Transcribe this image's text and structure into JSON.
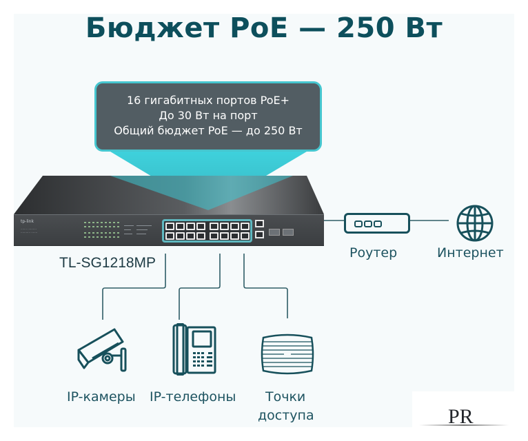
{
  "title": "Бюджет PoE — 250 Вт",
  "callout": {
    "lines": [
      "16 гигабитных портов PoE+",
      "До 30 Вт на порт",
      "Общий бюджет PoE — до 250 Вт"
    ]
  },
  "switch": {
    "model": "TL-SG1218MP",
    "brand": "tp-link",
    "poe_ports": 16,
    "uplink_rj45": 2,
    "sfp_slots": 2
  },
  "network": {
    "router_label": "Роутер",
    "internet_label": "Интернет"
  },
  "devices": [
    {
      "label": "IP-камеры",
      "icon": "camera-icon"
    },
    {
      "label": "IP-телефоны",
      "icon": "phone-icon"
    },
    {
      "label_line1": "Точки",
      "label_line2": "доступа",
      "icon": "access-point-icon"
    }
  ],
  "colors": {
    "title": "#0d4f5c",
    "accent_cyan": "#3fd0dc",
    "callout_bg": "#525d63",
    "icon_stroke": "#17505b",
    "wire": "#2f5d66",
    "background": "#f6fafb"
  },
  "watermark": "PR"
}
